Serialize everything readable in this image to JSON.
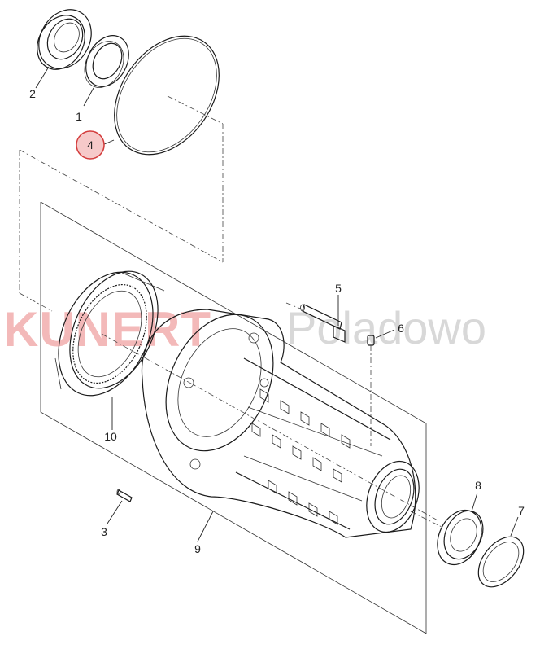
{
  "watermark": {
    "brand": "KUNERT",
    "suffix": "Poladowo"
  },
  "callouts": [
    {
      "id": "c1",
      "label": "1"
    },
    {
      "id": "c2",
      "label": "2"
    },
    {
      "id": "c3",
      "label": "3"
    },
    {
      "id": "c4",
      "label": "4",
      "highlighted": true
    },
    {
      "id": "c5",
      "label": "5"
    },
    {
      "id": "c6",
      "label": "6"
    },
    {
      "id": "c7",
      "label": "7"
    },
    {
      "id": "c8",
      "label": "8"
    },
    {
      "id": "c9",
      "label": "9"
    },
    {
      "id": "c10",
      "label": "10"
    }
  ],
  "colors": {
    "highlight_fill": "#f6c9c9",
    "highlight_stroke": "#d33b3b",
    "watermark_red": "#f3b9b9",
    "watermark_grey": "#d8d8d8",
    "line": "#1a1a1a"
  }
}
